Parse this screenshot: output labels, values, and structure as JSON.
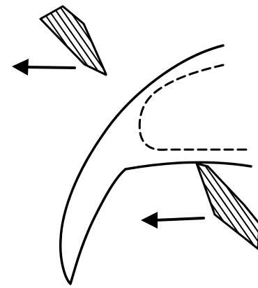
{
  "diagram": {
    "stroke_color": "#000000",
    "background_color": "#ffffff",
    "hatch_style": "diagonal",
    "dashed_profile": true,
    "direction_arrows": [
      "left",
      "left"
    ]
  }
}
